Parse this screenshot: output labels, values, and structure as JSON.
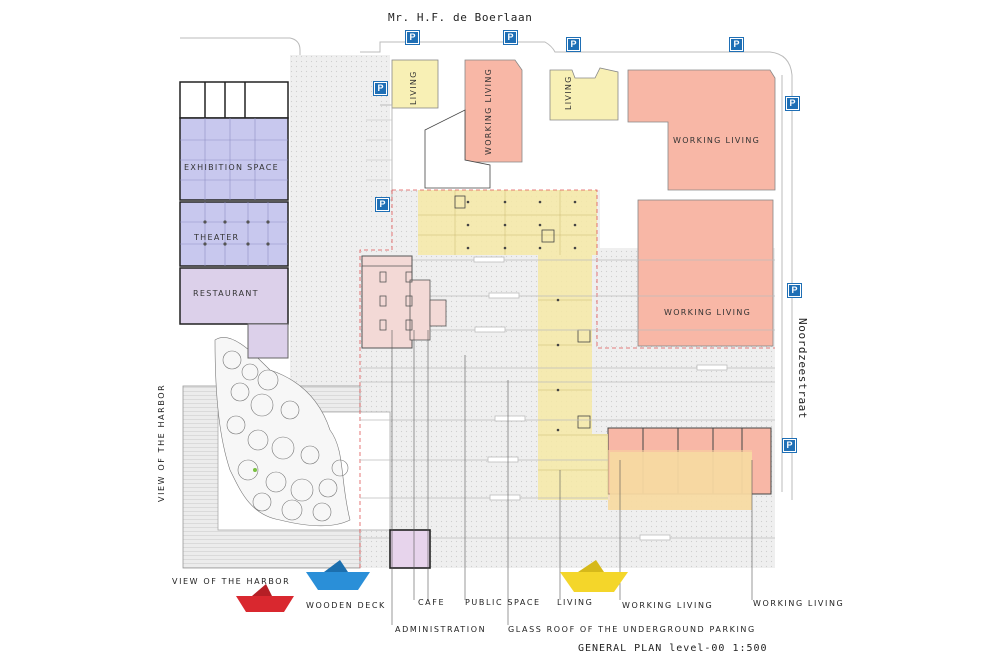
{
  "streets": {
    "top": "Mr. H.F. de Boerlaan",
    "right": "Noordzeestraat"
  },
  "buildings": {
    "exhibition": "EXHIBITION SPACE",
    "theater": "THEATER",
    "restaurant": "RESTAURANT",
    "living_1": "LIVING",
    "working_living_1": "WORKING LIVING",
    "living_2": "LIVING",
    "working_living_ne": "WORKING LIVING",
    "working_living_e": "WORKING LIVING"
  },
  "side_label": "VIEW OF THE HARBOR",
  "callouts": {
    "harbor": "VIEW OF THE HARBOR",
    "wooden_deck": "WOODEN DECK",
    "cafe": "CAFE",
    "public_space": "PUBLIC SPACE",
    "living": "LIVING",
    "working_living_1": "WORKING LIVING",
    "working_living_2": "WORKING LIVING",
    "administration": "ADMINISTRATION",
    "glass_roof": "GLASS ROOF OF THE UNDERGROUND PARKING"
  },
  "parking_symbol": "P",
  "caption": "GENERAL PLAN   level-00   1:500",
  "colors": {
    "working_living": "#f8b7a6",
    "living": "#f8f0b5",
    "exhibition": "#c8c8ee",
    "restaurant": "#dcd0ea",
    "admin": "#f3d9d6",
    "glass_roof": "#f6e9a6",
    "paving": "#eeeeee",
    "parking": "#1f6fb5",
    "boat_red": "#d9282f",
    "boat_blue": "#2a8fd8",
    "boat_yellow": "#f4d62a"
  }
}
